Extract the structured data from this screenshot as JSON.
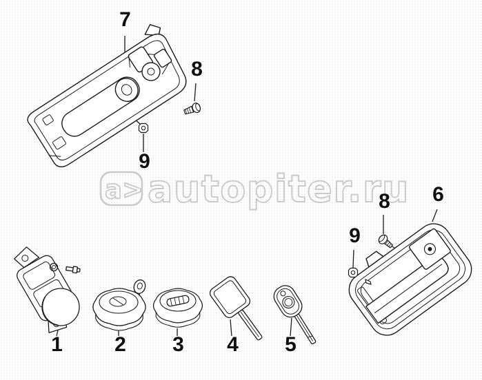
{
  "watermark": {
    "logo_text": "a>",
    "site_text": "autopiter.ru",
    "outline_color": "#c9c9c9"
  },
  "diagram": {
    "ink_color": "#1a1a1a",
    "label_color": "#0f0f0f",
    "background_color": "#ffffff",
    "dot_color": "#ebebeb",
    "callouts": [
      {
        "label": "7"
      },
      {
        "label": "8"
      },
      {
        "label": "9"
      },
      {
        "label": "6"
      },
      {
        "label": "8"
      },
      {
        "label": "9"
      },
      {
        "label": "1"
      },
      {
        "label": "2"
      },
      {
        "label": "3"
      },
      {
        "label": "4"
      },
      {
        "label": "5"
      }
    ]
  }
}
